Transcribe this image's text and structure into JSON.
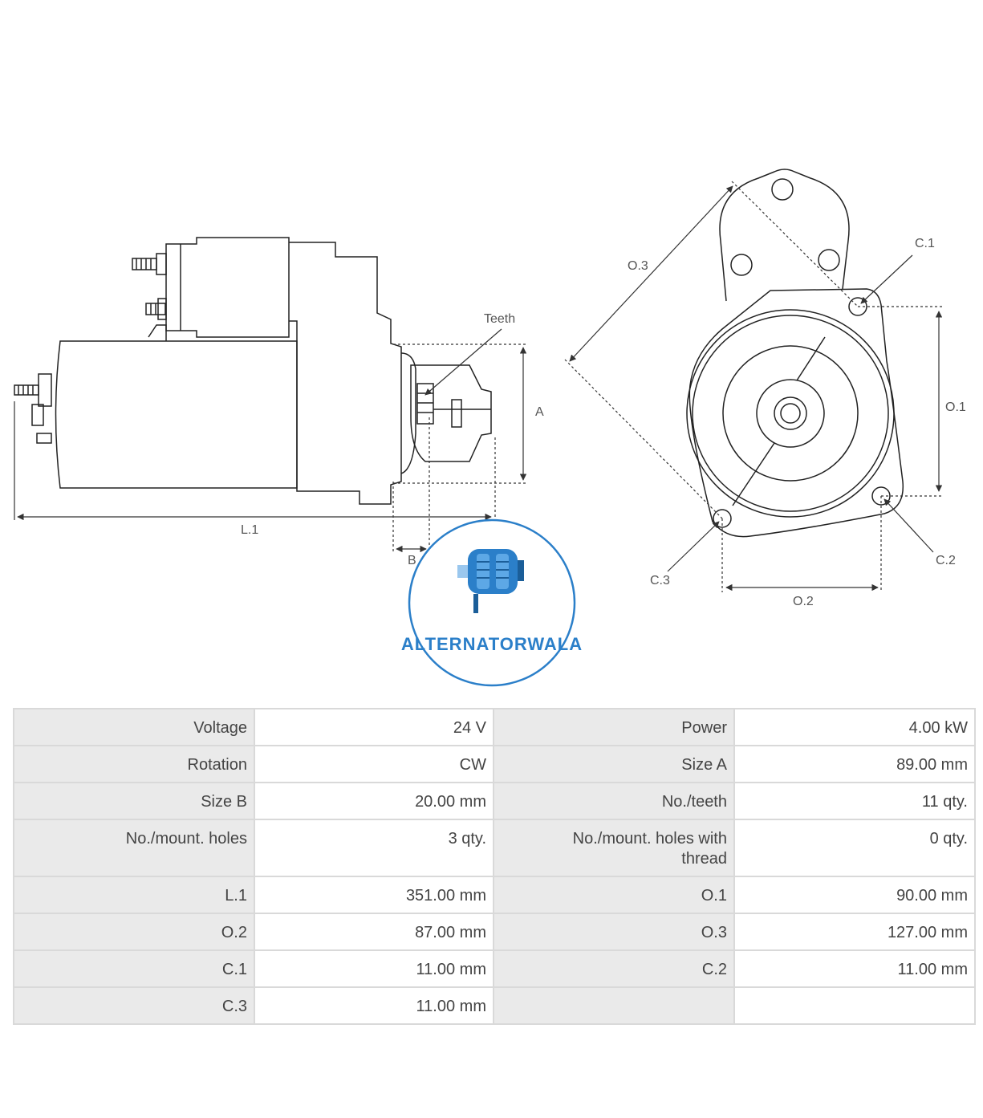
{
  "drawing": {
    "side_view_labels": {
      "teeth": "Teeth",
      "a": "A",
      "l1": "L.1",
      "b": "B"
    },
    "front_view_labels": {
      "o3": "O.3",
      "c1": "C.1",
      "o1": "O.1",
      "c2": "C.2",
      "c3": "C.3",
      "o2": "O.2"
    },
    "line_color": "#222222",
    "dim_color": "#333333"
  },
  "logo": {
    "brand": "ALTERNATORWALA",
    "accent": "#2b7fc9",
    "icon": "alternator-icon"
  },
  "specs": {
    "rows": [
      [
        {
          "label": "Voltage",
          "value": "24 V"
        },
        {
          "label": "Power",
          "value": "4.00 kW"
        }
      ],
      [
        {
          "label": "Rotation",
          "value": "CW"
        },
        {
          "label": "Size A",
          "value": "89.00 mm"
        }
      ],
      [
        {
          "label": "Size B",
          "value": "20.00 mm"
        },
        {
          "label": "No./teeth",
          "value": "11 qty."
        }
      ],
      [
        {
          "label": "No./mount. holes",
          "value": "3 qty."
        },
        {
          "label": "No./mount. holes with thread",
          "value": "0 qty."
        }
      ],
      [
        {
          "label": "L.1",
          "value": "351.00 mm"
        },
        {
          "label": "O.1",
          "value": "90.00 mm"
        }
      ],
      [
        {
          "label": "O.2",
          "value": "87.00 mm"
        },
        {
          "label": "O.3",
          "value": "127.00 mm"
        }
      ],
      [
        {
          "label": "C.1",
          "value": "11.00 mm"
        },
        {
          "label": "C.2",
          "value": "11.00 mm"
        }
      ],
      [
        {
          "label": "C.3",
          "value": "11.00 mm"
        },
        {
          "label": "",
          "value": ""
        }
      ]
    ]
  }
}
